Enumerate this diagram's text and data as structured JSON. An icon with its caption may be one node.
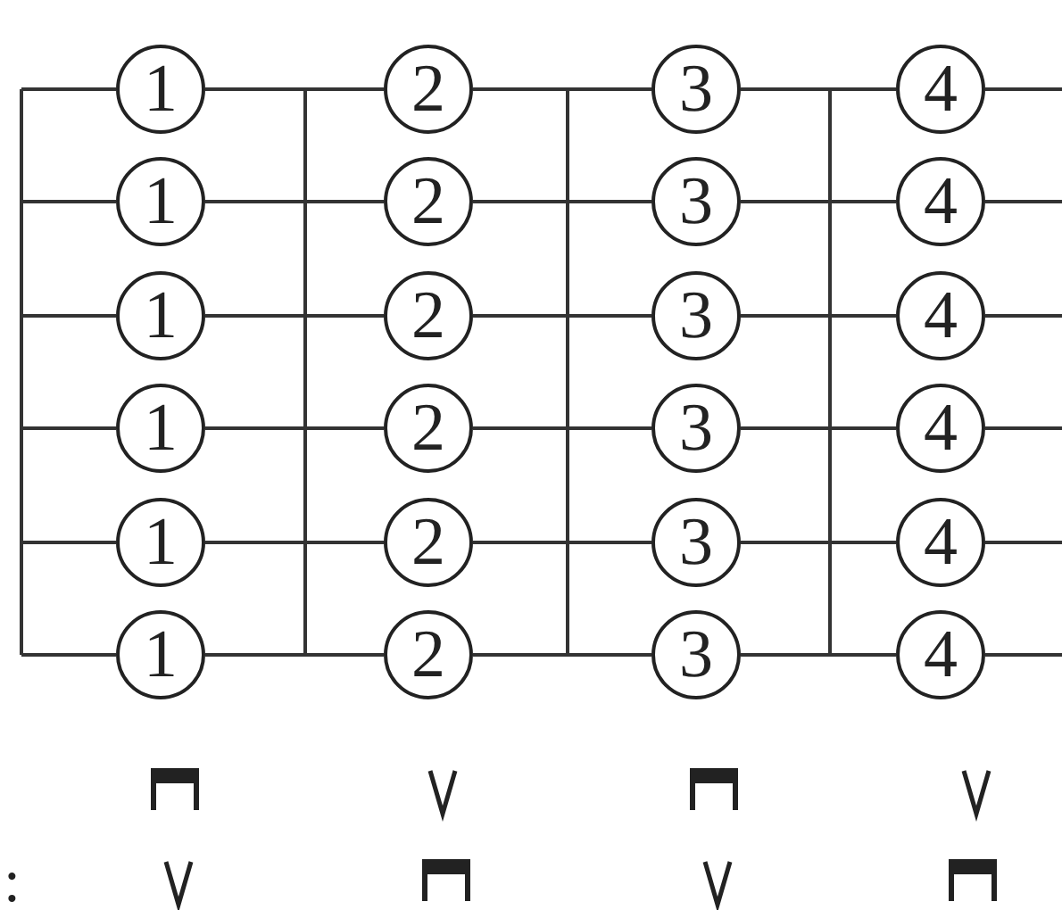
{
  "diagram": {
    "nodes": [
      {
        "text": [
          "1"
        ]
      },
      {
        "text": [
          "2"
        ]
      },
      {
        "text": [
          "3"
        ]
      },
      {
        "text": [
          "4"
        ]
      },
      {
        "text": [
          "1"
        ]
      },
      {
        "text": [
          "2"
        ]
      },
      {
        "text": [
          "3"
        ]
      },
      {
        "text": [
          "4"
        ]
      },
      {
        "text": [
          "1"
        ]
      },
      {
        "text": [
          "2"
        ]
      },
      {
        "text": [
          "3"
        ]
      },
      {
        "text": [
          "4"
        ]
      },
      {
        "text": [
          "1"
        ]
      },
      {
        "text": [
          "2"
        ]
      },
      {
        "text": [
          "3"
        ]
      },
      {
        "text": [
          "4"
        ]
      },
      {
        "text": [
          "1"
        ]
      },
      {
        "text": [
          "2"
        ]
      },
      {
        "text": [
          "3"
        ]
      },
      {
        "text": [
          "4"
        ]
      },
      {
        "text": [
          "1"
        ]
      },
      {
        "text": [
          "2"
        ]
      },
      {
        "text": [
          "3"
        ]
      },
      {
        "text": [
          "4"
        ]
      }
    ],
    "edges": [
      {
        "from": 0,
        "to": 1,
        "arrow": "none"
      },
      {
        "from": 1,
        "to": 2,
        "arrow": "none"
      },
      {
        "from": 2,
        "to": 3,
        "arrow": "none"
      },
      {
        "from": 4,
        "to": 5,
        "arrow": "none"
      },
      {
        "from": 5,
        "to": 6,
        "arrow": "none"
      },
      {
        "from": 6,
        "to": 7,
        "arrow": "none"
      },
      {
        "from": 8,
        "to": 9,
        "arrow": "none"
      },
      {
        "from": 9,
        "to": 10,
        "arrow": "none"
      },
      {
        "from": 10,
        "to": 11,
        "arrow": "none"
      },
      {
        "from": 12,
        "to": 13,
        "arrow": "none"
      },
      {
        "from": 13,
        "to": 14,
        "arrow": "none"
      },
      {
        "from": 14,
        "to": 15,
        "arrow": "none"
      },
      {
        "from": 16,
        "to": 17,
        "arrow": "none"
      },
      {
        "from": 17,
        "to": 18,
        "arrow": "none"
      },
      {
        "from": 18,
        "to": 19,
        "arrow": "none"
      },
      {
        "from": 20,
        "to": 21,
        "arrow": "none"
      },
      {
        "from": 21,
        "to": 22,
        "arrow": "none"
      },
      {
        "from": 22,
        "to": 23,
        "arrow": "none"
      }
    ],
    "labels": [
      ":"
    ]
  }
}
